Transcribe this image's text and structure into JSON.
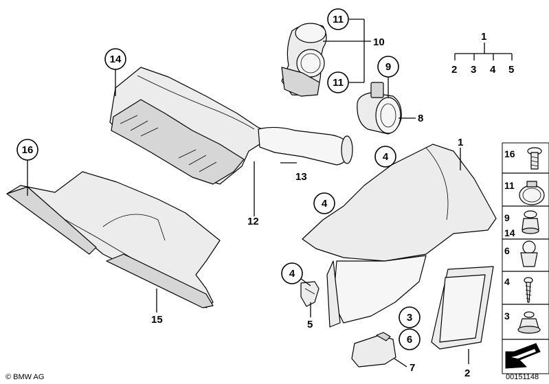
{
  "diagram": {
    "callouts": {
      "c16": "16",
      "c14": "14",
      "c11a": "11",
      "c11b": "11",
      "c9": "9",
      "c4a": "4",
      "c4b": "4",
      "c4c": "4",
      "c3": "3",
      "c6": "6"
    },
    "labels": {
      "n10": "10",
      "n8": "8",
      "n13": "13",
      "n12": "12",
      "n15": "15",
      "n1a": "1",
      "n1b": "1",
      "n2": "2",
      "n3": "3",
      "n4": "4",
      "n5a": "5",
      "n5b": "5",
      "n7": "7",
      "n2b": "2"
    },
    "legend_panel": [
      "16",
      "11",
      "9",
      "14",
      "6",
      "4",
      "3"
    ],
    "copyright": "© BMW AG",
    "drawing_number": "00151148"
  }
}
